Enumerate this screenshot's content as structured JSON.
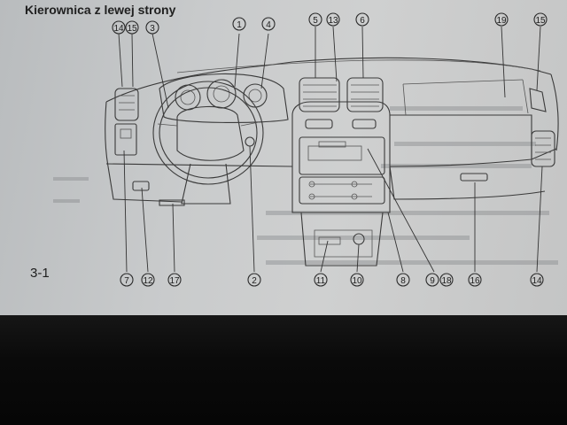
{
  "page": {
    "title": "Kierownica z lewej strony",
    "page_number": "3-1"
  },
  "callouts": {
    "c14a": "14",
    "c15a": "15",
    "c3": "3",
    "c1": "1",
    "c4": "4",
    "c5": "5",
    "c13": "13",
    "c6": "6",
    "c19": "19",
    "c15b": "15",
    "c7": "7",
    "c12": "12",
    "c17": "17",
    "c2": "2",
    "c11": "11",
    "c10": "10",
    "c8": "8",
    "c9": "9",
    "c18": "18",
    "c16": "16",
    "c14b": "14"
  }
}
